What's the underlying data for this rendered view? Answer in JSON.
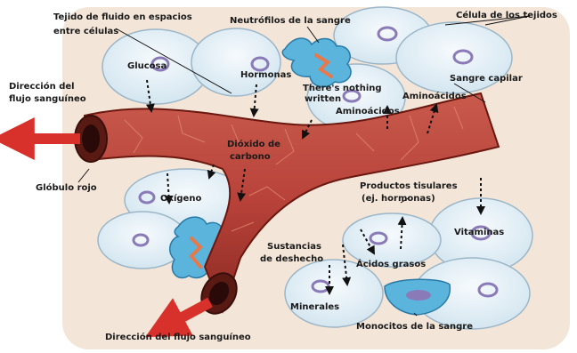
{
  "labels": {
    "tejido_fluido": "Tejido de fluido en espacios",
    "tejido_fluido_2": "entre células",
    "neutrofilos": "Neutrófilos de la sangre",
    "celula_tejidos": "Célula de los tejidos",
    "direccion_flujo_1": "Dirección del",
    "direccion_flujo_2": "flujo sanguíneo",
    "glucosa": "Glucosa",
    "hormonas": "Hormonas",
    "theres_nothing": "There's nothing",
    "written": "written",
    "aminoacidos_1": "Aminoácidos",
    "sangre_capilar": "Sangre capilar",
    "aminoacidos_2": "Aminoácidos",
    "dioxido_1": "Dióxido de",
    "dioxido_2": "carbono",
    "globulo_rojo": "Glóbulo rojo",
    "oxigeno": "Oxígeno",
    "productos_1": "Productos tisulares",
    "productos_2": "(ej. hormonas)",
    "vitaminas": "Vitaminas",
    "sustancias_1": "Sustancias",
    "sustancias_2": "de deshecho",
    "acidos_grasos": "Ácidos grasos",
    "minerales": "Minerales",
    "monocitos": "Monocitos de la sangre",
    "direccion_flujo_bottom": "Dirección del flujo sanguíneo"
  },
  "colors": {
    "vessel": "#b8423a",
    "vessel_dark": "#7a2018",
    "cell_fill": "#e8f2f8",
    "cell_stroke": "#9bb6c8",
    "nucleus": "#8a7ab8",
    "neutrophil": "#5ab4dc",
    "arrow_red": "#d8302a"
  }
}
